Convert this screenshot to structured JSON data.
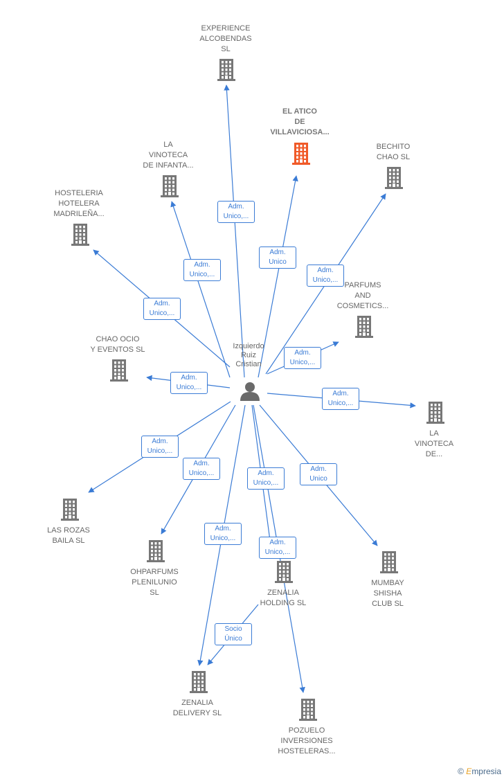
{
  "colors": {
    "edge": "#3a7bd5",
    "building": "#777777",
    "highlight": "#f05a28",
    "person": "#6a6a6a"
  },
  "person": {
    "name": "Izquierdo\nRuiz\nCristian",
    "icon": "person-icon"
  },
  "companies": [
    {
      "id": "experience",
      "label": "EXPERIENCE\nALCOBENDAS\nSL",
      "highlight": false
    },
    {
      "id": "atico",
      "label": "EL ATICO\nDE\nVILLAVICIOSA...",
      "highlight": true
    },
    {
      "id": "vinoteca_infanta",
      "label": "LA\nVINOTECA\nDE INFANTA...",
      "highlight": false
    },
    {
      "id": "bechito",
      "label": "BECHITO\nCHAO  SL",
      "highlight": false
    },
    {
      "id": "hosteleria",
      "label": "HOSTELERIA\nHOTELERA\nMADRILEÑA...",
      "highlight": false
    },
    {
      "id": "parfums",
      "label": "PARFUMS\nAND\nCOSMETICS...",
      "highlight": false
    },
    {
      "id": "chao_ocio",
      "label": "CHAO OCIO\nY EVENTOS  SL",
      "highlight": false
    },
    {
      "id": "vinoteca_de",
      "label": "LA\nVINOTECA\nDE...",
      "highlight": false
    },
    {
      "id": "rozas",
      "label": "LAS ROZAS\nBAILA  SL",
      "highlight": false
    },
    {
      "id": "ohparfums",
      "label": "OHPARFUMS\nPLENILUNIO\nSL",
      "highlight": false
    },
    {
      "id": "zenalia_holding",
      "label": "ZENALIA\nHOLDING  SL",
      "highlight": false
    },
    {
      "id": "mumbay",
      "label": "MUMBAY\nSHISHA\nCLUB  SL",
      "highlight": false
    },
    {
      "id": "zenalia_delivery",
      "label": "ZENALIA\nDELIVERY  SL",
      "highlight": false
    },
    {
      "id": "pozuelo",
      "label": "POZUELO\nINVERSIONES\nHOSTELERAS...",
      "highlight": false
    }
  ],
  "relations": [
    {
      "from": "person",
      "to": "experience",
      "label": "Adm.\nUnico,..."
    },
    {
      "from": "person",
      "to": "atico",
      "label": "Adm.\nUnico"
    },
    {
      "from": "person",
      "to": "vinoteca_infanta",
      "label": "Adm.\nUnico,..."
    },
    {
      "from": "person",
      "to": "bechito",
      "label": "Adm.\nUnico,..."
    },
    {
      "from": "person",
      "to": "hosteleria",
      "label": "Adm.\nUnico,..."
    },
    {
      "from": "person",
      "to": "parfums",
      "label": "Adm.\nUnico,..."
    },
    {
      "from": "person",
      "to": "chao_ocio",
      "label": "Adm.\nUnico,..."
    },
    {
      "from": "person",
      "to": "vinoteca_de",
      "label": "Adm.\nUnico,..."
    },
    {
      "from": "person",
      "to": "rozas",
      "label": "Adm.\nUnico,..."
    },
    {
      "from": "person",
      "to": "ohparfums",
      "label": "Adm.\nUnico,..."
    },
    {
      "from": "person",
      "to": "zenalia_holding",
      "label": "Adm.\nUnico,..."
    },
    {
      "from": "person",
      "to": "mumbay",
      "label": "Adm.\nUnico"
    },
    {
      "from": "person",
      "to": "zenalia_delivery",
      "label": "Adm.\nUnico,..."
    },
    {
      "from": "person",
      "to": "pozuelo",
      "label": "Adm.\nUnico,..."
    },
    {
      "from": "zenalia_holding",
      "to": "zenalia_delivery",
      "label": "Socio\nÚnico"
    }
  ],
  "footer": {
    "copyright": "©",
    "brand_initial": "E",
    "brand_rest": "mpresia"
  }
}
